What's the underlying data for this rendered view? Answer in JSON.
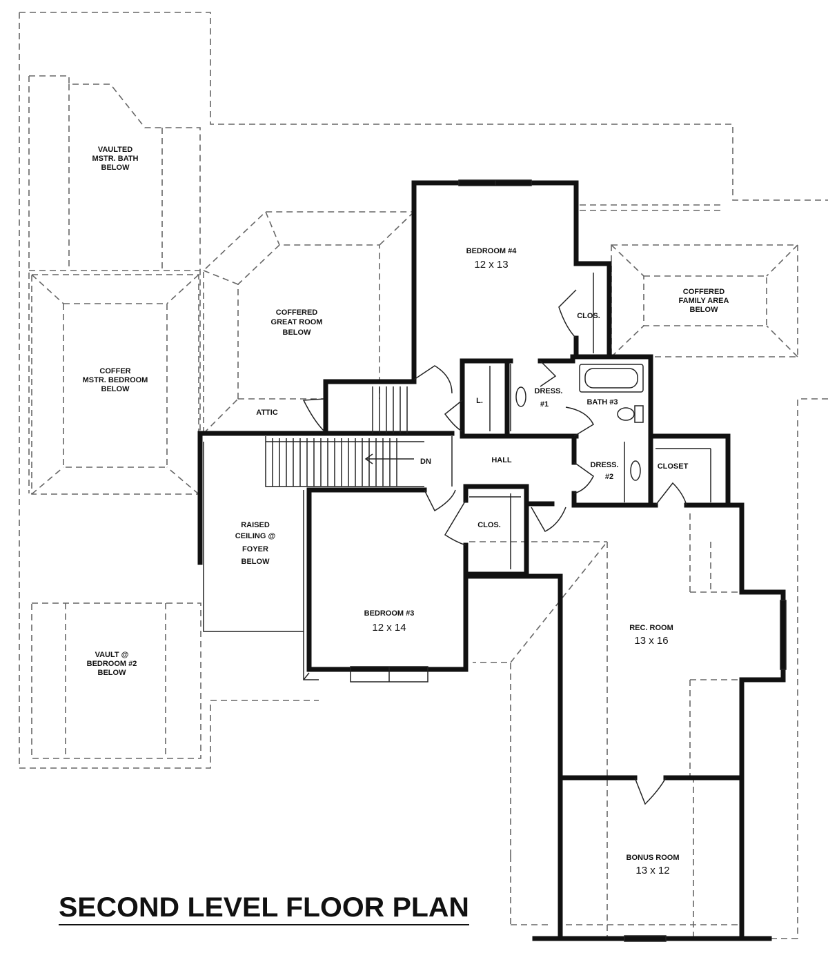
{
  "title": "SECOND LEVEL FLOOR PLAN",
  "rooms": {
    "vaulted_bath": [
      "VAULTED",
      "MSTR. BATH",
      "BELOW"
    ],
    "coffer_bedroom": [
      "COFFER",
      "MSTR. BEDROOM",
      "BELOW"
    ],
    "vault_bedroom2": [
      "VAULT @",
      "BEDROOM #2",
      "BELOW"
    ],
    "coffered_great": [
      "COFFERED",
      "GREAT ROOM",
      "BELOW"
    ],
    "attic": "ATTIC",
    "raised_ceiling": [
      "RAISED",
      "CEILING @",
      "FOYER",
      "BELOW"
    ],
    "bedroom4": {
      "name": "BEDROOM #4",
      "size": "12 x 13"
    },
    "clos_bed4": "CLOS.",
    "coffered_family": [
      "COFFERED",
      "FAMILY AREA",
      "BELOW"
    ],
    "linen": "L.",
    "dress1": [
      "DRESS.",
      "#1"
    ],
    "bath3": "BATH #3",
    "hall": "HALL",
    "down": "DN",
    "dress2": [
      "DRESS.",
      "#2"
    ],
    "closet": "CLOSET",
    "clos_bed3": "CLOS.",
    "bedroom3": {
      "name": "BEDROOM #3",
      "size": "12 x 14"
    },
    "rec_room": {
      "name": "REC. ROOM",
      "size": "13 x 16"
    },
    "bonus_room": {
      "name": "BONUS ROOM",
      "size": "13 x 12"
    }
  }
}
